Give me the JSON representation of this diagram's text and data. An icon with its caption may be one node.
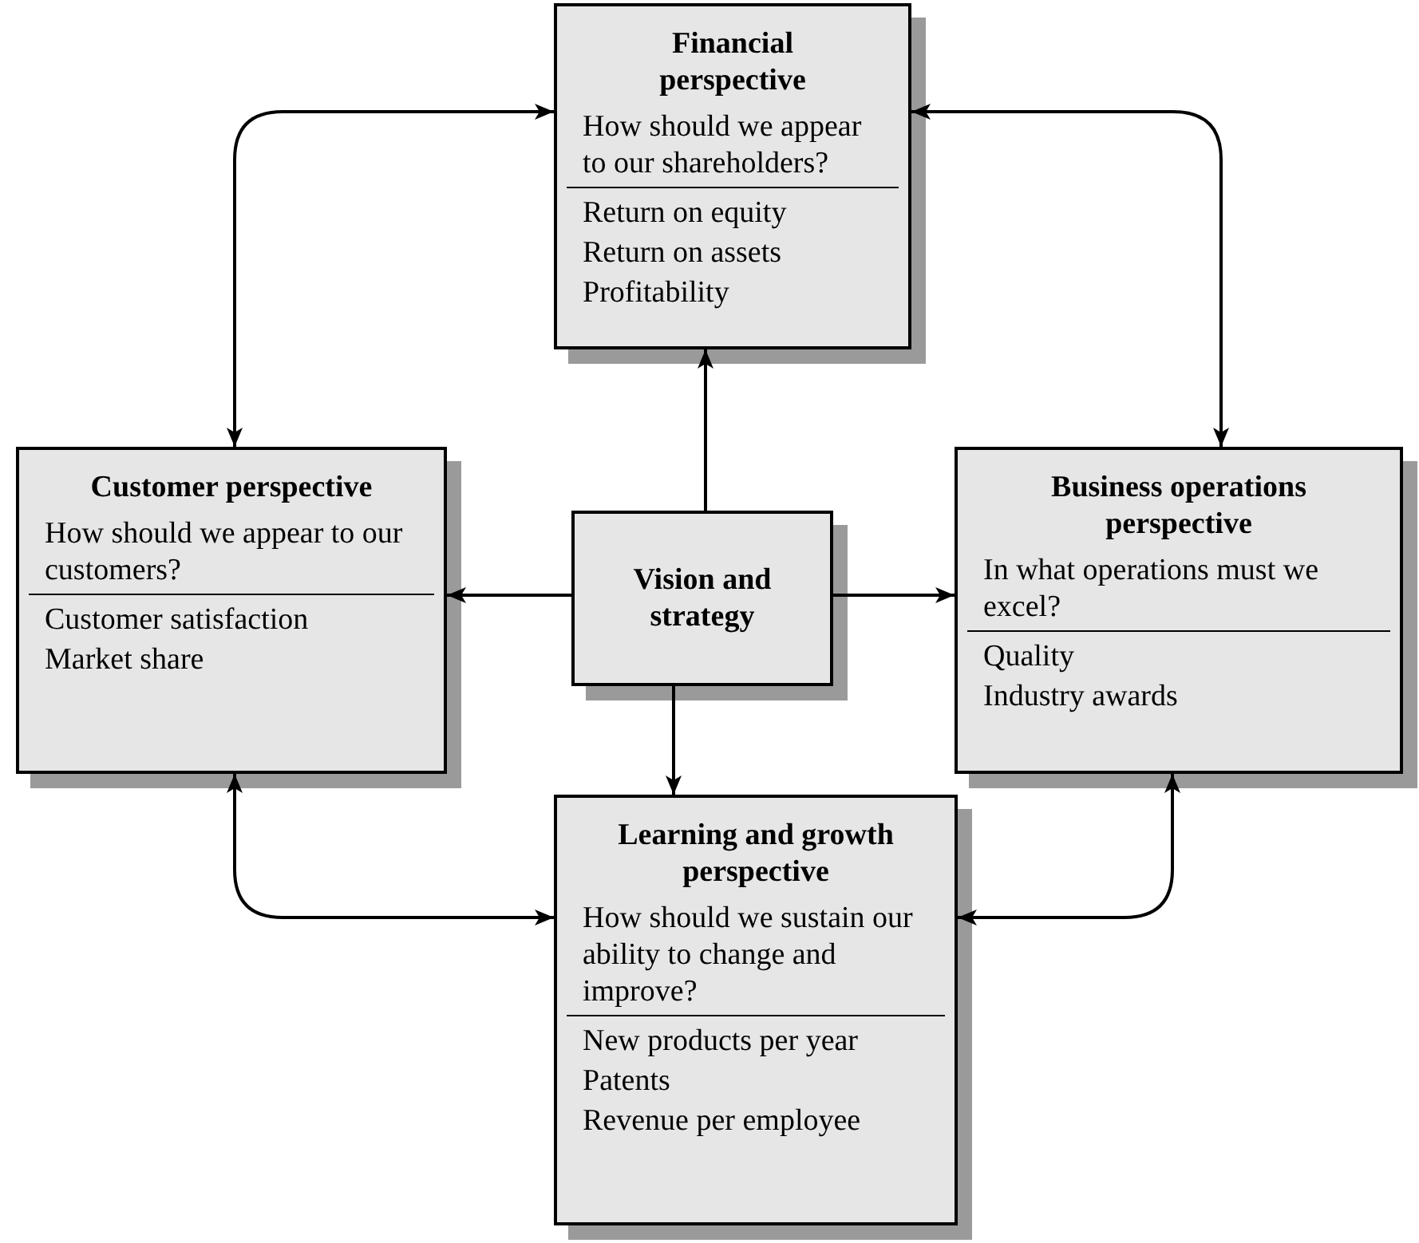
{
  "diagram": {
    "nodes": [
      {
        "text": [
          "Financial perspective",
          "How should we appear to our shareholders?",
          "Return on equity",
          "Return on assets",
          "Profitability"
        ]
      },
      {
        "text": [
          "Customer perspective",
          "How should we appear to our customers?",
          "Customer satisfaction",
          "Market share"
        ]
      },
      {
        "text": [
          "Vision and strategy"
        ]
      },
      {
        "text": [
          "Business operations perspective",
          "In what operations must we excel?",
          "Quality",
          "Industry awards"
        ]
      },
      {
        "text": [
          "Learning and growth perspective",
          "How should we sustain our ability to change and improve?",
          "New products per year",
          "Patents",
          "Revenue per employee"
        ]
      }
    ],
    "edges": [
      {
        "from": 2,
        "to": 0,
        "arrow": "to"
      },
      {
        "from": 2,
        "to": 1,
        "arrow": "to"
      },
      {
        "from": 2,
        "to": 3,
        "arrow": "to"
      },
      {
        "from": 2,
        "to": 4,
        "arrow": "to"
      },
      {
        "from": 1,
        "to": 0,
        "arrow": "both"
      },
      {
        "from": 0,
        "to": 3,
        "arrow": "both"
      },
      {
        "from": 1,
        "to": 4,
        "arrow": "both"
      },
      {
        "from": 3,
        "to": 4,
        "arrow": "both"
      }
    ]
  }
}
